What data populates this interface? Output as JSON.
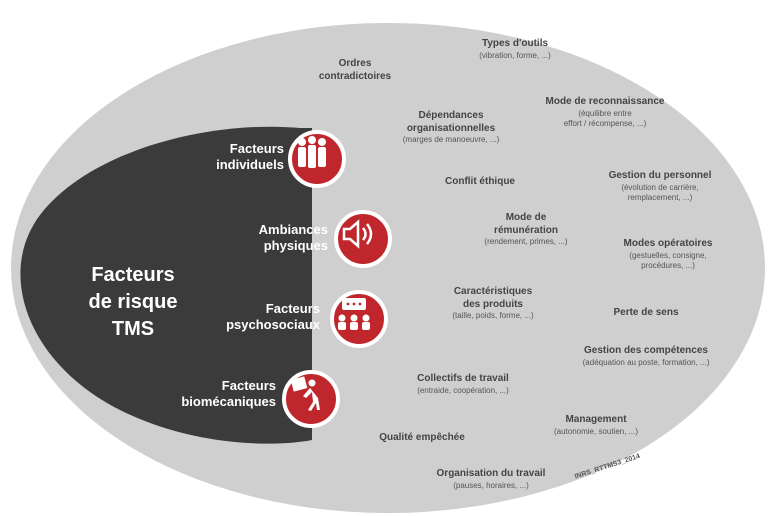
{
  "center": {
    "line1": "Facteurs",
    "line2": "de risque",
    "line3": "TMS"
  },
  "categories": [
    {
      "line1": "Facteurs",
      "line2": "individuels",
      "icon": "people-icon"
    },
    {
      "line1": "Ambiances",
      "line2": "physiques",
      "icon": "speaker-icon"
    },
    {
      "line1": "Facteurs",
      "line2": "psychosociaux",
      "icon": "meeting-icon"
    },
    {
      "line1": "Facteurs",
      "line2": "biomécaniques",
      "icon": "lifting-box-icon"
    }
  ],
  "factors": [
    {
      "title": "Ordres",
      "title2": "contradictoires",
      "sub": ""
    },
    {
      "title": "Types d'outils",
      "title2": "",
      "sub": "(vibration, forme, ...)"
    },
    {
      "title": "Dépendances",
      "title2": "organisationnelles",
      "sub": "(marges de manoeuvre, ...)"
    },
    {
      "title": "Mode de reconnaissance",
      "title2": "",
      "sub": "(équilibre entre",
      "sub2": "effort / récompense, ...)"
    },
    {
      "title": "Conflit éthique",
      "title2": "",
      "sub": ""
    },
    {
      "title": "Gestion du personnel",
      "title2": "",
      "sub": "(évolution de carrière,",
      "sub2": "remplacement, ...)"
    },
    {
      "title": "Mode de",
      "title2": "rémunération",
      "sub": "(rendement, primes, ...)"
    },
    {
      "title": "Modes opératoires",
      "title2": "",
      "sub": "(gestuelles, consigne,",
      "sub2": "procédures, ...)"
    },
    {
      "title": "Caractéristiques",
      "title2": "des produits",
      "sub": "(taille, poids, forme, ...)"
    },
    {
      "title": "Perte de sens",
      "title2": "",
      "sub": ""
    },
    {
      "title": "Gestion des compétences",
      "title2": "",
      "sub": "(adéquation au poste, formation, ...)"
    },
    {
      "title": "Collectifs de travail",
      "title2": "",
      "sub": "(entraide, coopération, ...)"
    },
    {
      "title": "Management",
      "title2": "",
      "sub": "(autonomie, soutien, ...)"
    },
    {
      "title": "Qualité empêchée",
      "title2": "",
      "sub": ""
    },
    {
      "title": "Organisation du travail",
      "title2": "",
      "sub": "(pauses, horaires, ...)"
    }
  ],
  "credit": "INRS_RTTMS3_2014",
  "colors": {
    "outer": "#cfcfcf",
    "inner": "#3b3b3b",
    "accent": "#c0272d"
  }
}
